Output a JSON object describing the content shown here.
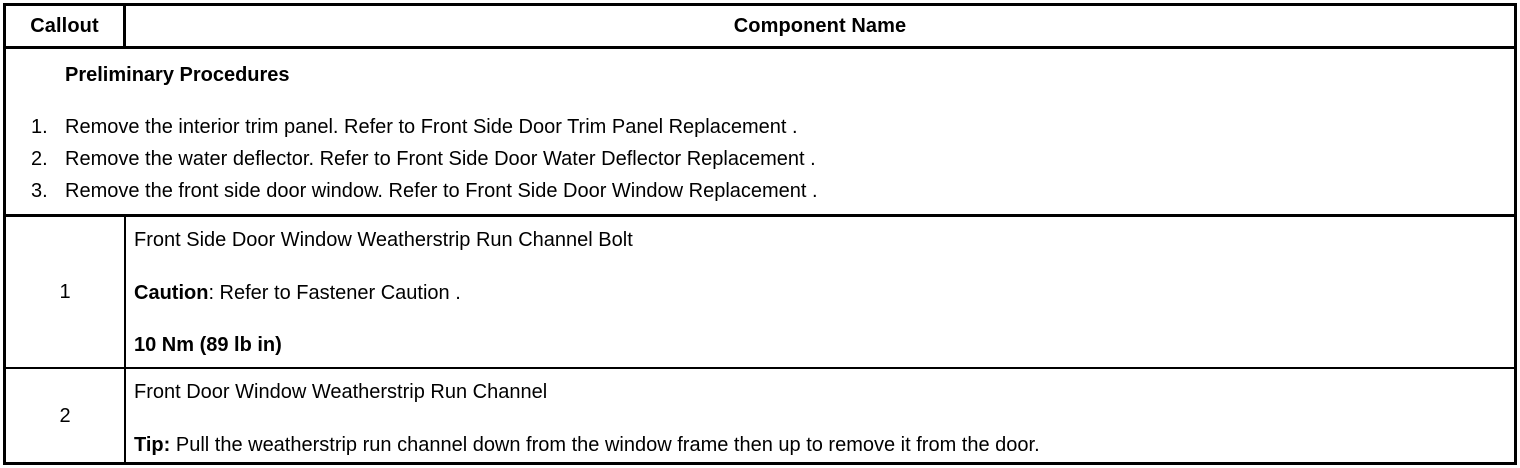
{
  "table": {
    "header": {
      "callout_label": "Callout",
      "component_label": "Component Name"
    },
    "preliminary": {
      "title": "Preliminary Procedures",
      "steps": [
        {
          "num": "1.",
          "text": "Remove the interior trim panel. Refer to Front Side Door Trim Panel Replacement ."
        },
        {
          "num": "2.",
          "text": "Remove the water deflector. Refer to Front Side Door Water Deflector Replacement ."
        },
        {
          "num": "3.",
          "text": "Remove the front side door window. Refer to Front Side Door Window Replacement ."
        }
      ]
    },
    "rows": [
      {
        "callout": "1",
        "name": "Front Side Door Window Weatherstrip Run Channel Bolt",
        "note_label": "Caution",
        "note_text": ": Refer to Fastener Caution .",
        "torque": "10 Nm (89 lb in)"
      },
      {
        "callout": "2",
        "name": "Front Door Window Weatherstrip Run Channel",
        "note_label": "Tip:",
        "note_text": " Pull the weatherstrip run channel down from the window frame then up to remove it from the door."
      }
    ]
  },
  "colors": {
    "border": "#000000",
    "text": "#000000",
    "background": "#ffffff"
  }
}
